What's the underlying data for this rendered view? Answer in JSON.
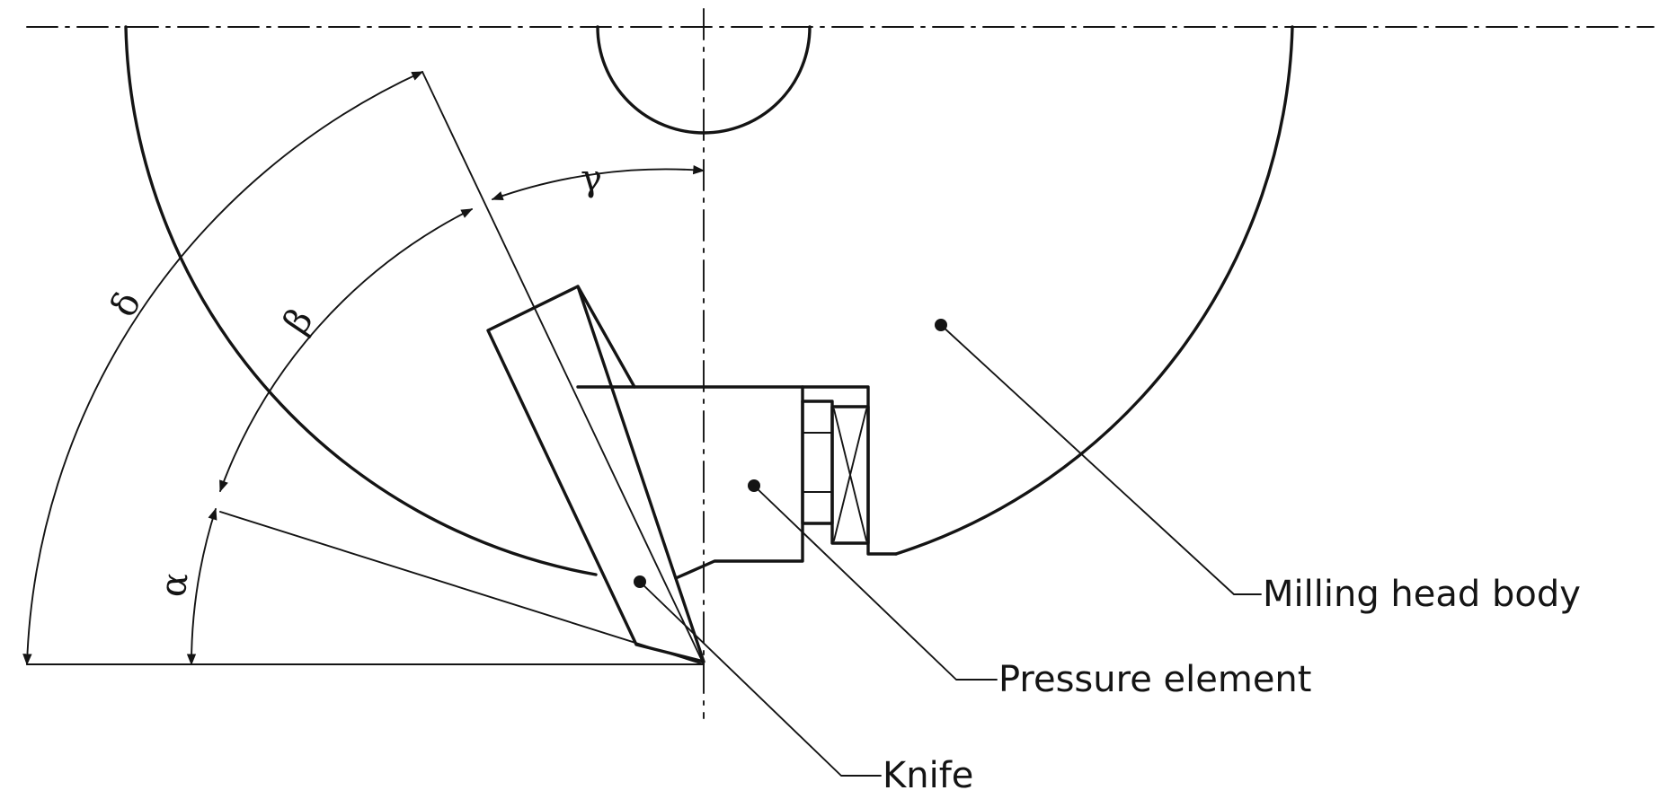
{
  "labels": {
    "milling_head_body": "Milling head body",
    "pressure_element": "Pressure element",
    "knife": "Knife"
  },
  "angles": {
    "alpha": "α",
    "beta": "β",
    "gamma": "γ",
    "delta": "δ"
  },
  "colors": {
    "line": "#141414",
    "background": "#ffffff"
  }
}
